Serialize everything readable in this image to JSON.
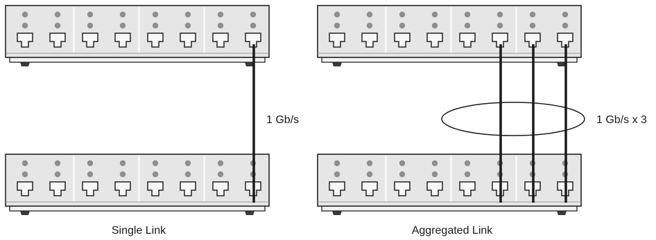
{
  "diagrams": [
    {
      "caption": "Single Link",
      "link_label": "1 Gb/s",
      "top_switch": {
        "ports": 8
      },
      "bottom_switch": {
        "ports": 8
      },
      "links": [
        8
      ]
    },
    {
      "caption": "Aggregated Link",
      "link_label": "1 Gb/s x 3",
      "top_switch": {
        "ports": 8
      },
      "bottom_switch": {
        "ports": 8
      },
      "links": [
        6,
        7,
        8
      ]
    }
  ],
  "colors": {
    "switch_face": "#e6e6e6",
    "switch_edge": "#222222",
    "led": "#8e8e8e",
    "cable": "#1a1a1a",
    "foot": "#3a3a3a"
  }
}
